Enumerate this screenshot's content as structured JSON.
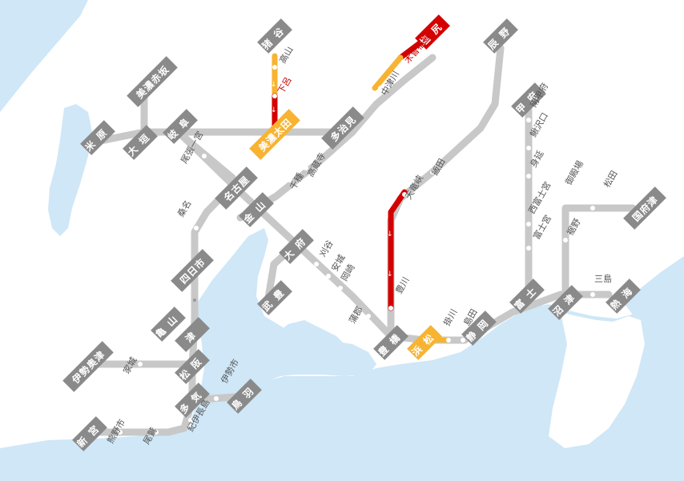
{
  "colors": {
    "water": "#cfe7f7",
    "line": "#c8c8c8",
    "station_box": "#8a8a8a",
    "highlight_box": "#f7b331",
    "red_route": "#d40000",
    "orange_route": "#f7b331"
  },
  "stations": {
    "inotani": "猪谷",
    "minoakasaka": "美濃赤坂",
    "maibara": "米原",
    "ogaki": "大垣",
    "gifu": "岐阜",
    "minoota": "美濃太田",
    "tajimi": "多治見",
    "shiojiri": "塩尻",
    "tatsuno": "辰野",
    "kofu": "甲府",
    "nagoya": "名古屋",
    "kanayama": "金山",
    "obu": "大府",
    "taketoyo": "武豊",
    "yokkaichi": "四日市",
    "kameyama": "亀山",
    "tsu": "津",
    "ise_okitsu": "伊勢奥津",
    "matsusaka": "松阪",
    "taki": "多気",
    "toba": "鳥羽",
    "shingu": "新宮",
    "toyohashi": "豊橋",
    "hamamatsu": "浜松",
    "shizuoka": "静岡",
    "fuji": "富士",
    "numazu": "沼津",
    "atami": "熱海",
    "kozu": "国府津"
  },
  "small_labels": {
    "takayama": "高山",
    "gero": "下呂",
    "nakatsugawa": "中津川",
    "kisofukushima": "木曽福島",
    "owari_ichinomiya": "尾張一宮",
    "chikusa": "千種",
    "kozoji": "高蔵寺",
    "kuwana": "桑名",
    "kariya": "刈谷",
    "anjo": "安城",
    "okazaki": "岡崎",
    "gamagori": "蒲郡",
    "iida": "飯田",
    "tenryukyo": "天竜峡",
    "toyokawa": "豊川",
    "kakegawa": "掛川",
    "shimada": "島田",
    "minami_kofu": "南甲府",
    "kajikazawaguchi": "鰍沢口",
    "minobu": "身延",
    "nishi_fujinomiya": "西富士宮",
    "fujinomiya": "富士宮",
    "gotemba": "御殿場",
    "matsuda": "松田",
    "susono": "裾野",
    "mishima": "三島",
    "iekisyo": "家城",
    "iseshi": "伊勢市",
    "kumanoshi": "熊野市",
    "owase": "尾鷲",
    "kii_nagashima": "紀伊長島"
  },
  "route_marks": {
    "arrows": "↓↑",
    "arrow_red": "⇅"
  }
}
